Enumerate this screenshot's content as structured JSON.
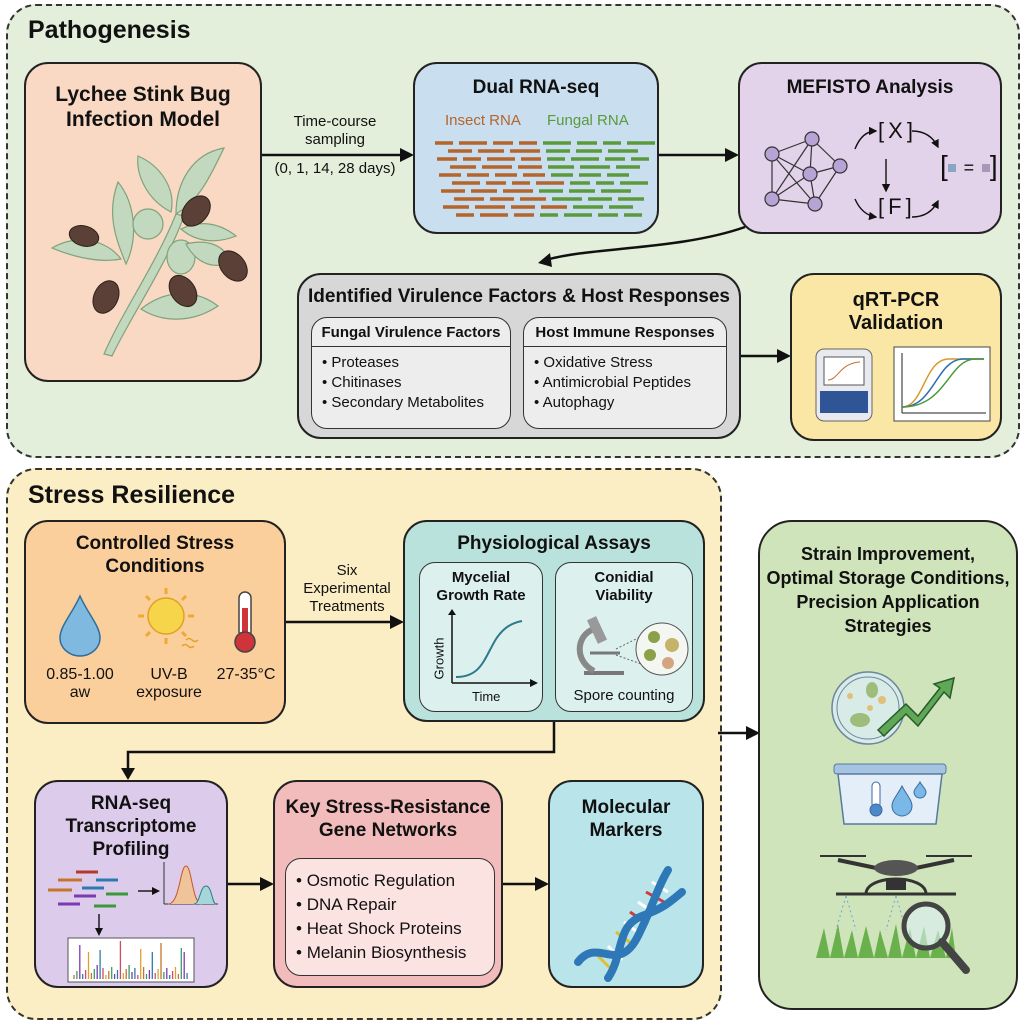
{
  "pathogenesis": {
    "section_title": "Pathogenesis",
    "infection_model": {
      "title_line1": "Lychee Stink Bug",
      "title_line2": "Infection Model"
    },
    "sampling_arrow": {
      "line1": "Time-course",
      "line2": "sampling",
      "line3": "(0, 1, 14, 28 days)"
    },
    "dual_rnaseq": {
      "title": "Dual RNA-seq",
      "insect_label": "Insect RNA",
      "fungal_label": "Fungal RNA",
      "insect_color": "#b5642a",
      "fungal_color": "#5a9a3a"
    },
    "mefisto": {
      "title": "MEFISTO Analysis",
      "matrix_x": "X",
      "matrix_f": "F",
      "equals": "="
    },
    "virulence": {
      "title": "Identified Virulence Factors & Host Responses",
      "fungal": {
        "title": "Fungal Virulence Factors",
        "items": [
          "Proteases",
          "Chitinases",
          "Secondary Metabolites"
        ]
      },
      "host": {
        "title": "Host Immune Responses",
        "items": [
          "Oxidative Stress",
          "Antimicrobial Peptides",
          "Autophagy"
        ]
      }
    },
    "qrtpcr": {
      "title_line1": "qRT-PCR",
      "title_line2": "Validation"
    }
  },
  "stress": {
    "section_title": "Stress Resilience",
    "conditions": {
      "title_line1": "Controlled Stress",
      "title_line2": "Conditions",
      "items": [
        {
          "icon": "water-drop-icon",
          "line1": "0.85-1.00",
          "line2": "aw"
        },
        {
          "icon": "sun-icon",
          "line1": "UV-B",
          "line2": "exposure"
        },
        {
          "icon": "thermometer-icon",
          "line1": "27-35°C",
          "line2": ""
        }
      ]
    },
    "treatments_arrow": {
      "line1": "Six",
      "line2": "Experimental",
      "line3": "Treatments"
    },
    "assays": {
      "title": "Physiological Assays",
      "mycelial": {
        "title_line1": "Mycelial",
        "title_line2": "Growth Rate",
        "y_label": "Growth",
        "x_label": "Time"
      },
      "conidial": {
        "title_line1": "Conidial",
        "title_line2": "Viability",
        "caption": "Spore counting"
      }
    },
    "rnaseq": {
      "title_line1": "RNA-seq",
      "title_line2": "Transcriptome",
      "title_line3": "Profiling"
    },
    "gene_networks": {
      "title_line1": "Key Stress-Resistance",
      "title_line2": "Gene Networks",
      "items": [
        "Osmotic Regulation",
        "DNA Repair",
        "Heat Shock Proteins",
        "Melanin Biosynthesis"
      ]
    },
    "markers": {
      "title_line1": "Molecular",
      "title_line2": "Markers"
    }
  },
  "outcome": {
    "title_lines": [
      "Strain Improvement,",
      "Optimal Storage Conditions,",
      "Precision Application",
      "Strategies"
    ]
  }
}
